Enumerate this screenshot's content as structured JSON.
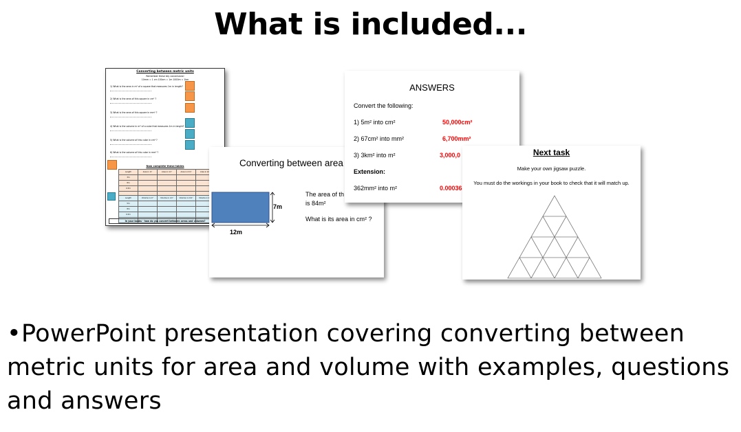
{
  "header": {
    "title": "What is included..."
  },
  "worksheet": {
    "heading": "Converting between metric units",
    "reminder": "Remember these key conversions!",
    "conversions": "10mm = 1 cm      100cm = 1m      1000m = 1km",
    "questions": [
      "1) What is the area in m² of a square that measures 1m in length?",
      "2) What is the area of this square in cm² ?",
      "3) What is the area of this square in mm² ?",
      "4) What is the volume in m³ of a cube that measures 1m in length?",
      "5) What is the volume of this cube in cm³ ?",
      "6) What is the volume of this cube in mm³ ?"
    ],
    "tables_heading": "Now complete these tables",
    "area_headers": [
      "Length",
      "Area in m²",
      "Area in cm²",
      "Area in mm²",
      "Area in km²"
    ],
    "area_rows": [
      "3m",
      "8m",
      "0.5m",
      ""
    ],
    "volume_headers": [
      "Length",
      "Volume in m³",
      "Volume in cm³",
      "Volume in mm³",
      "Volume in km³"
    ],
    "volume_rows": [
      "5m",
      "8m",
      "0.5m",
      ""
    ],
    "footer": "In your books - how do you convert between areas and volumes?"
  },
  "slide_converting": {
    "title": "Converting between area",
    "height_label": "7m",
    "width_label": "12m",
    "area_text_1": "The area of th",
    "area_text_2": "is 84m²",
    "question": "What is its area in cm² ?",
    "rect_color": "#4f81bd"
  },
  "slide_answers": {
    "title": "ANSWERS",
    "instruction": "Convert the following:",
    "items": [
      {
        "q": "1)   5m² into cm²",
        "a": "50,000cm²"
      },
      {
        "q": "2)   67cm² into mm²",
        "a": "6,700mm²"
      },
      {
        "q": "3)   3km² into m²",
        "a": "3,000,0"
      }
    ],
    "extension_label": "Extension:",
    "extension_q": "362mm² into m²",
    "extension_a": "0.00036"
  },
  "slide_next": {
    "title": "Next task",
    "line1": "Make your own jigsaw puzzle.",
    "line2": "You must do the workings in your book to check that it will match up."
  },
  "bullet": "•PowerPoint presentation covering converting between metric units for area and volume with examples, questions and answers"
}
